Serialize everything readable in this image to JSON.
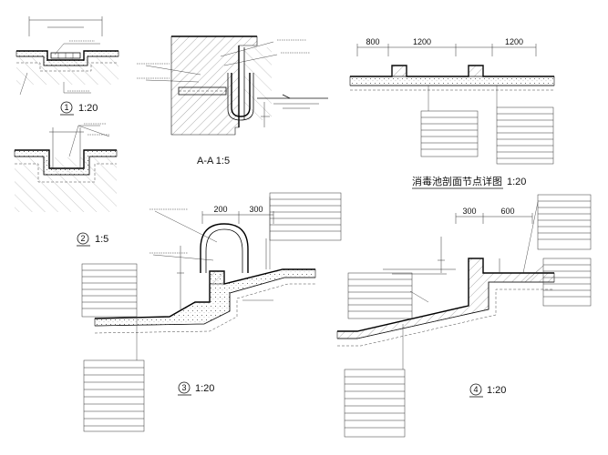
{
  "detail_1": {
    "number": "1",
    "scale": "1:20"
  },
  "detail_2": {
    "number": "2",
    "scale": "1:5"
  },
  "section_aa": {
    "label": "A-A 1:5"
  },
  "detail_3": {
    "number": "3",
    "scale": "1:20"
  },
  "detail_4": {
    "number": "4",
    "scale": "1:20"
  },
  "main_title": {
    "text": "消毒池剖面节点详图",
    "scale": "1:20"
  },
  "dimensions": {
    "top_a": "800",
    "top_b": "1200",
    "top_c": "1200",
    "d3_a": "200",
    "d3_b": "300",
    "d4_a": "300",
    "d4_b": "600"
  }
}
